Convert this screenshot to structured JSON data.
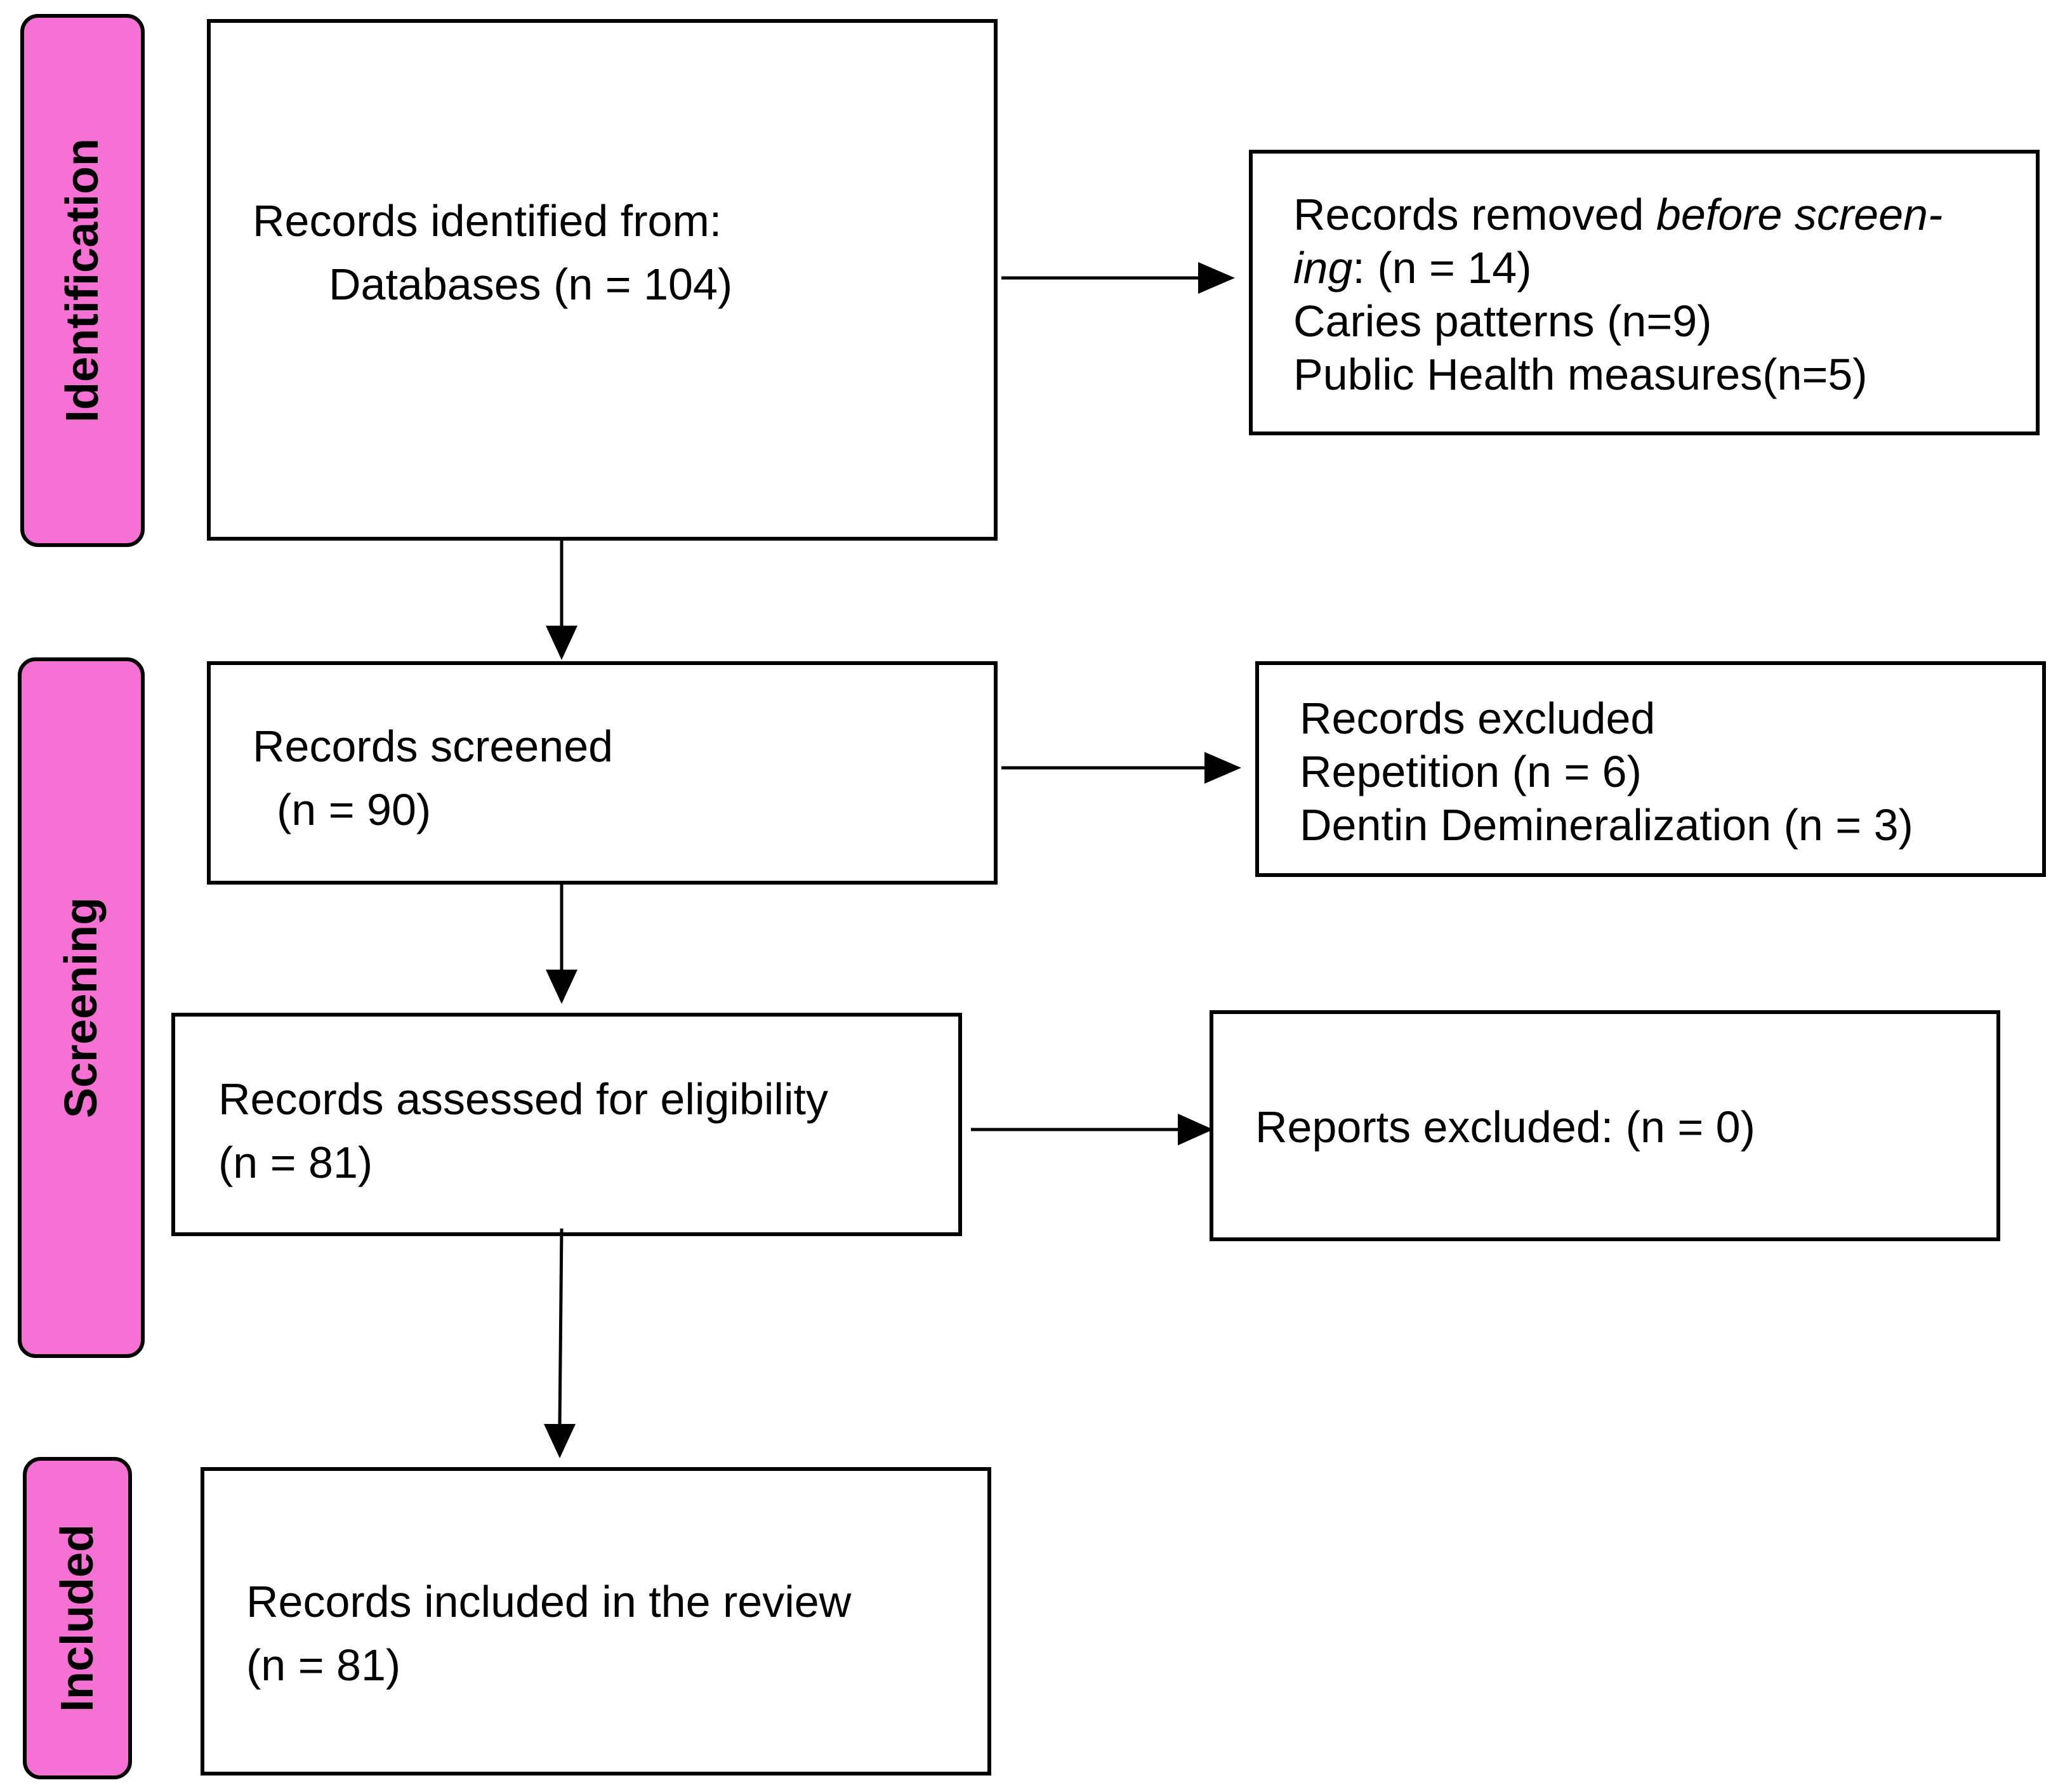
{
  "phases": {
    "identification": "Identification",
    "screening": "Screening",
    "included": "Included"
  },
  "boxes": {
    "identified": {
      "line1": "Records identified from:",
      "line2": "Databases (n = 104)"
    },
    "removed": {
      "line1_prefix": "Records removed ",
      "line1_italic": "before screen-",
      "line2_italic": "ing",
      "line2_rest": ": (n = 14)",
      "line3": "Caries patterns (n=9)",
      "line4": "Public Health measures(n=5)"
    },
    "screened": {
      "line1": "Records screened",
      "line2": "(n = 90)"
    },
    "excluded": {
      "line1": "Records excluded",
      "line2": "Repetition (n = 6)",
      "line3": "Dentin Demineralization (n = 3)"
    },
    "eligibility": {
      "line1": "Records assessed for eligibility",
      "line2": "(n = 81)"
    },
    "reports_excluded": {
      "line1": "Reports excluded: (n = 0)"
    },
    "included": {
      "line1": "Records included in the review",
      "line2": "(n = 81)"
    }
  },
  "colors": {
    "phase_fill": "#f571d4",
    "border": "#000000",
    "background": "#ffffff"
  }
}
